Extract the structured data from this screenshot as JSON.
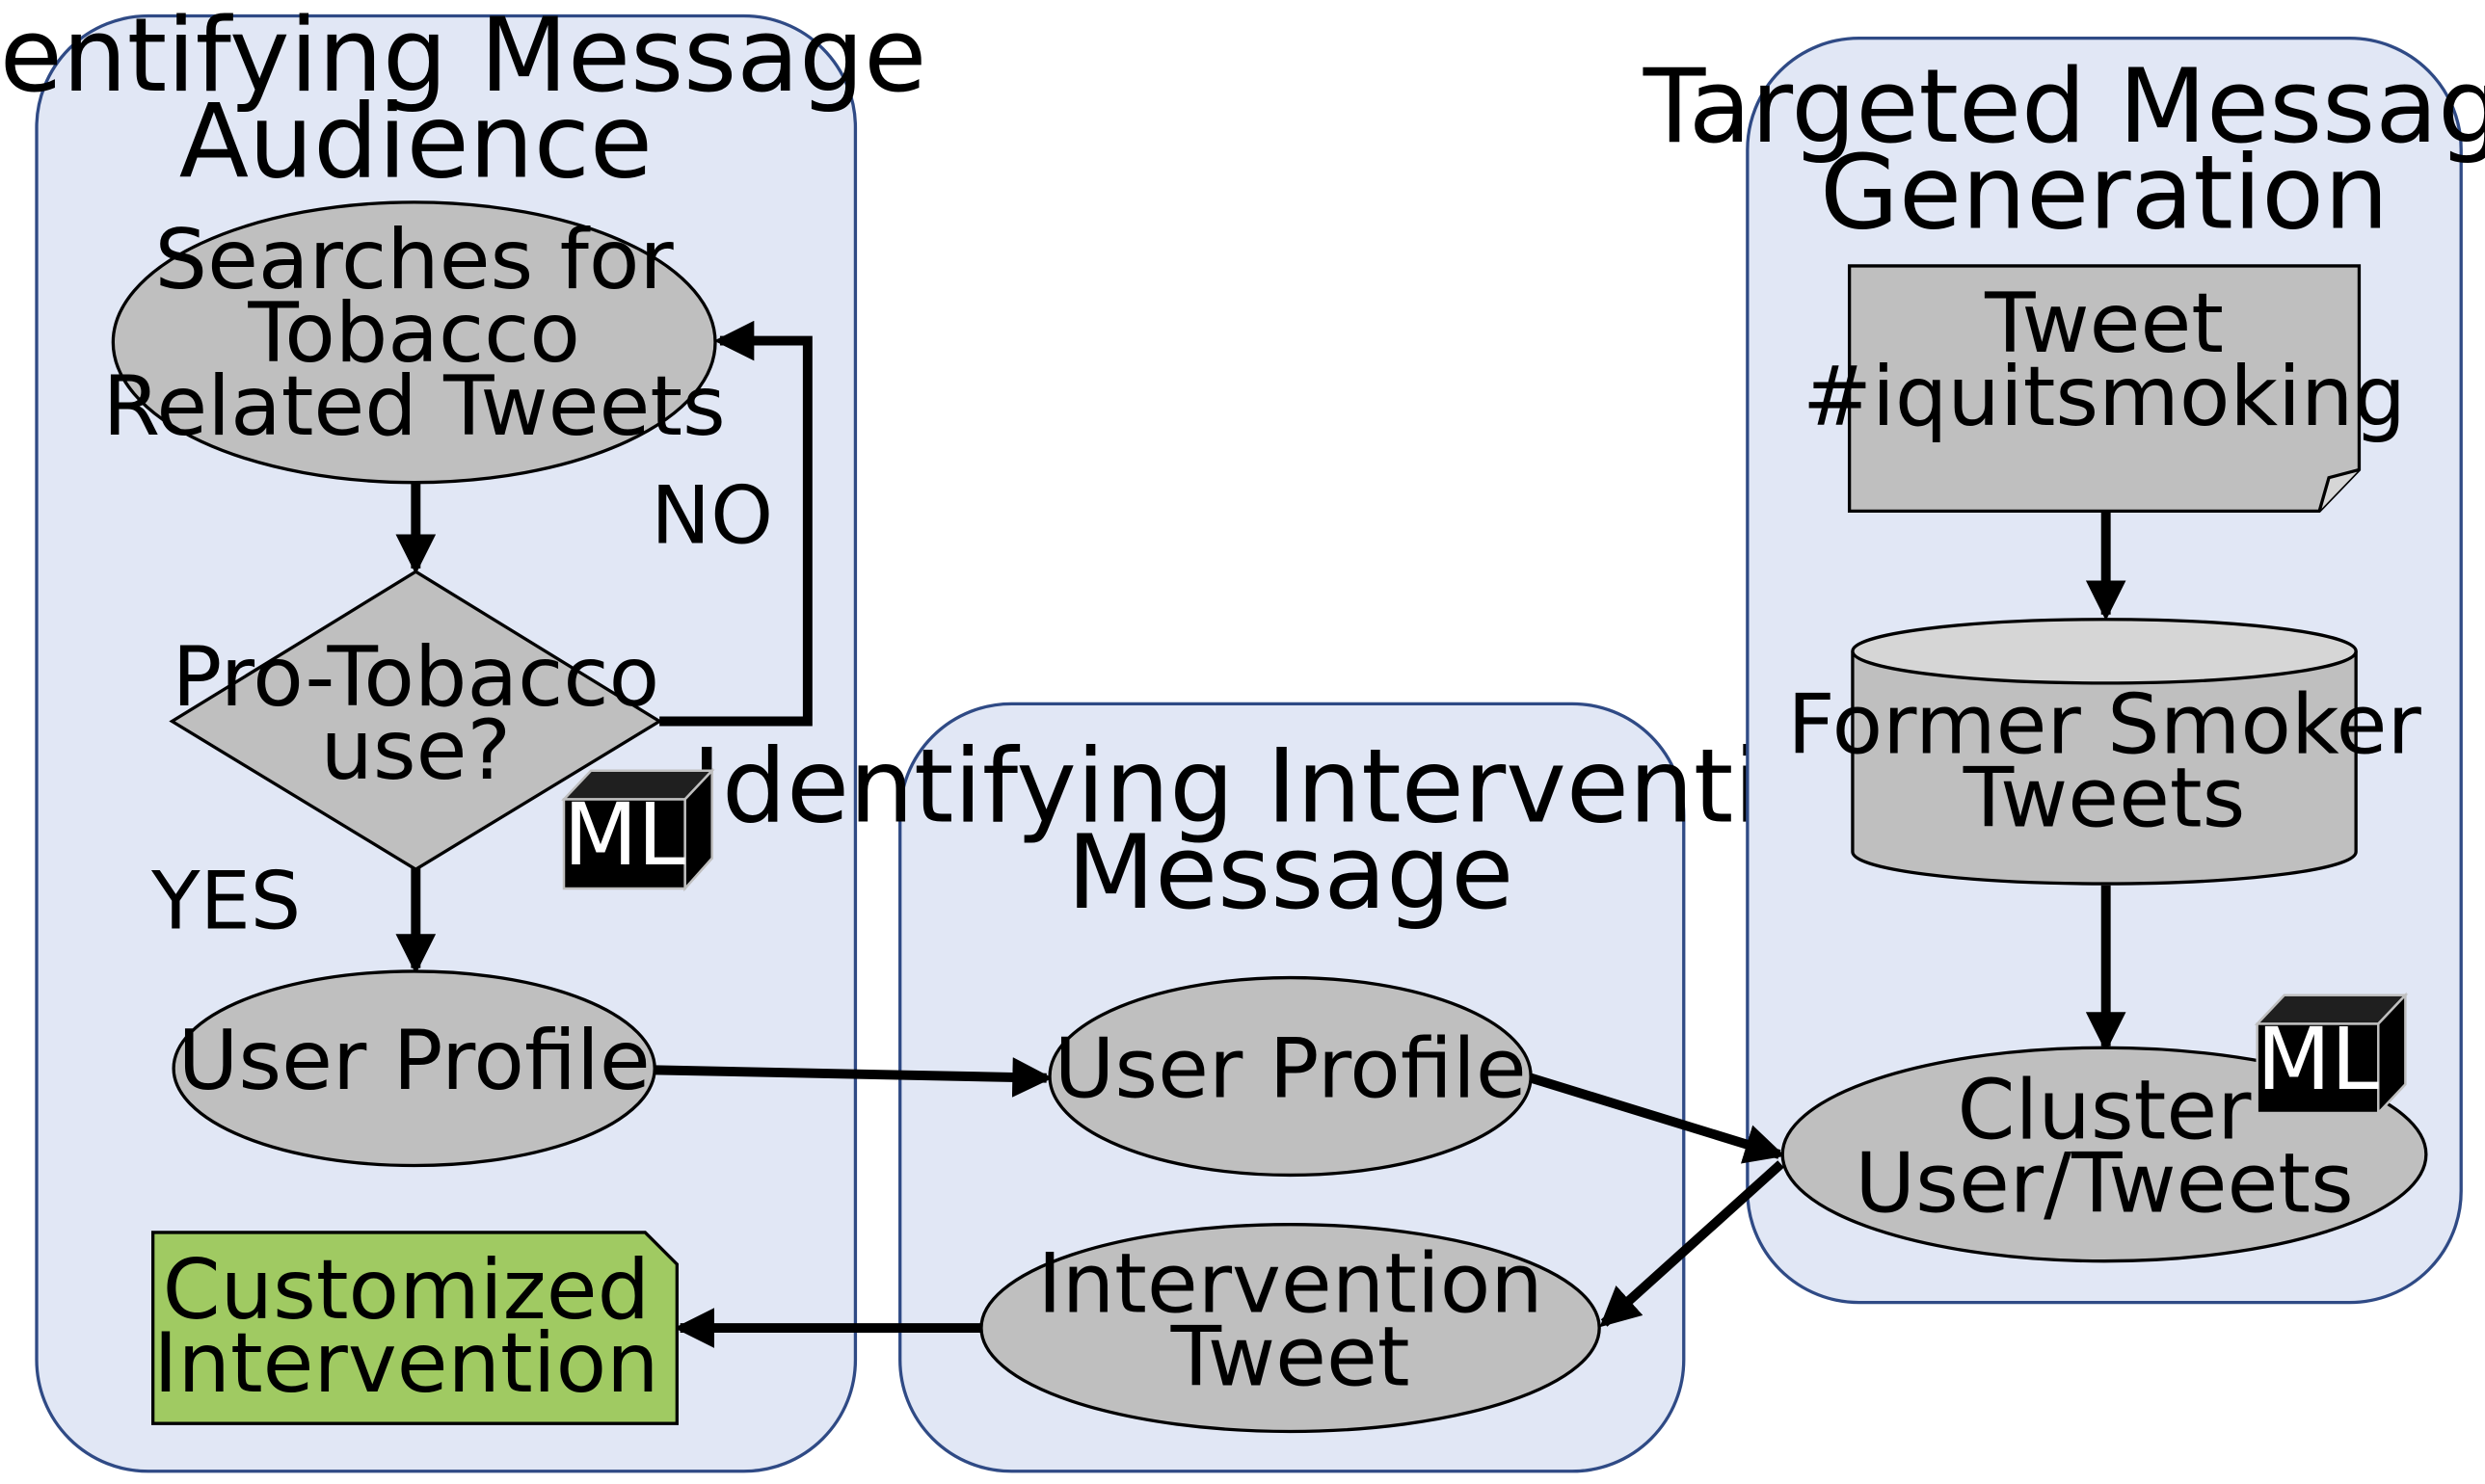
{
  "colors": {
    "panel_fill": "#e1e7f5",
    "panel_stroke": "#2f4a85",
    "node_fill": "#bfbfbf",
    "node_light": "#d6d6d6",
    "output_fill": "#a0ca62",
    "arrow": "#000000",
    "ml_box": "#000000"
  },
  "panels": {
    "audience": {
      "title_line1": "Identifying Message",
      "title_line2": "Audience"
    },
    "intervention": {
      "title_line1": "Identifying Intervention",
      "title_line2": "Message"
    },
    "targeted": {
      "title_line1": "Targeted Message",
      "title_line2": "Generation"
    }
  },
  "nodes": {
    "search": {
      "line1": "Searches for",
      "line2": "Tobacco",
      "line3": "Related Tweets",
      "shape": "ellipse"
    },
    "decision": {
      "line1": "Pro-Tobacco",
      "line2": "use?",
      "shape": "diamond"
    },
    "user_profile_left": {
      "label": "User Profile",
      "shape": "ellipse"
    },
    "customized": {
      "line1": "Customized",
      "line2": "Intervention",
      "shape": "document"
    },
    "user_profile_mid": {
      "label": "User Profile",
      "shape": "ellipse"
    },
    "intervention_tweet": {
      "line1": "Intervention",
      "line2": "Tweet",
      "shape": "ellipse"
    },
    "tweet_hashtag": {
      "line1": "Tweet",
      "line2": "#iquitsmoking",
      "shape": "document"
    },
    "former_smoker": {
      "line1": "Former Smoker",
      "line2": "Tweets",
      "shape": "cylinder"
    },
    "cluster": {
      "line1": "Cluster",
      "line2": "User/Tweets",
      "shape": "ellipse"
    }
  },
  "edge_labels": {
    "no": "NO",
    "yes": "YES"
  },
  "ml_badges": {
    "decision": "ML",
    "cluster": "ML"
  },
  "icons": {
    "ml_badge": "ml-cube-icon"
  }
}
